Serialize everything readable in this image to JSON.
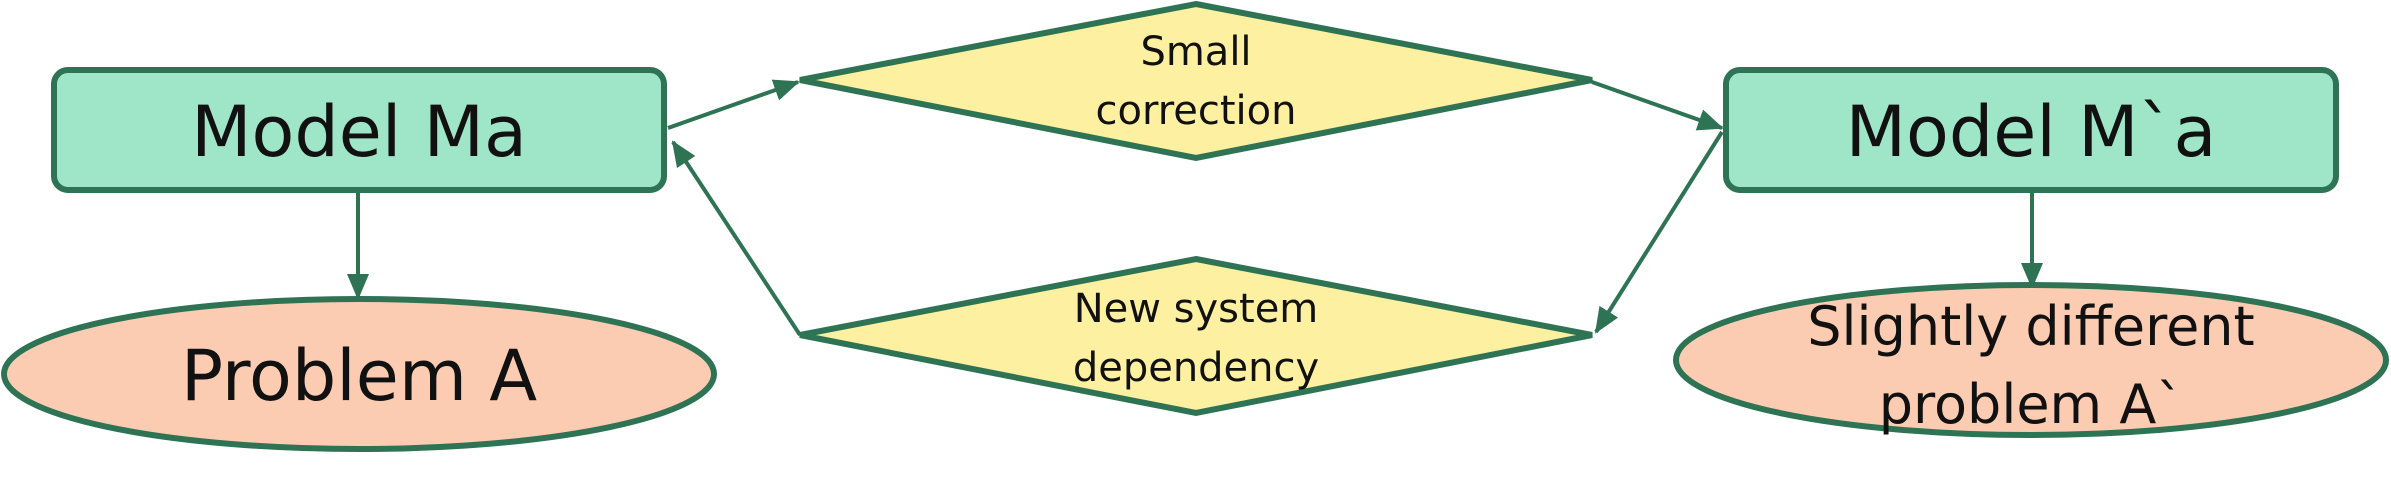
{
  "colors": {
    "stroke": "#2f7355",
    "model_fill": "#9fe6c8",
    "problem_fill": "#fcccb2",
    "decision_fill": "#fdf0a0"
  },
  "nodes": {
    "model_ma": {
      "label": "Model Ma"
    },
    "problem_a": {
      "label": "Problem A"
    },
    "small_correction": {
      "line1": "Small",
      "line2": "correction"
    },
    "new_dependency": {
      "line1": "New system",
      "line2": "dependency"
    },
    "model_m_prime": {
      "label": "Model M`a"
    },
    "problem_a_prime": {
      "line1": "Slightly different",
      "line2": "problem A`"
    }
  }
}
